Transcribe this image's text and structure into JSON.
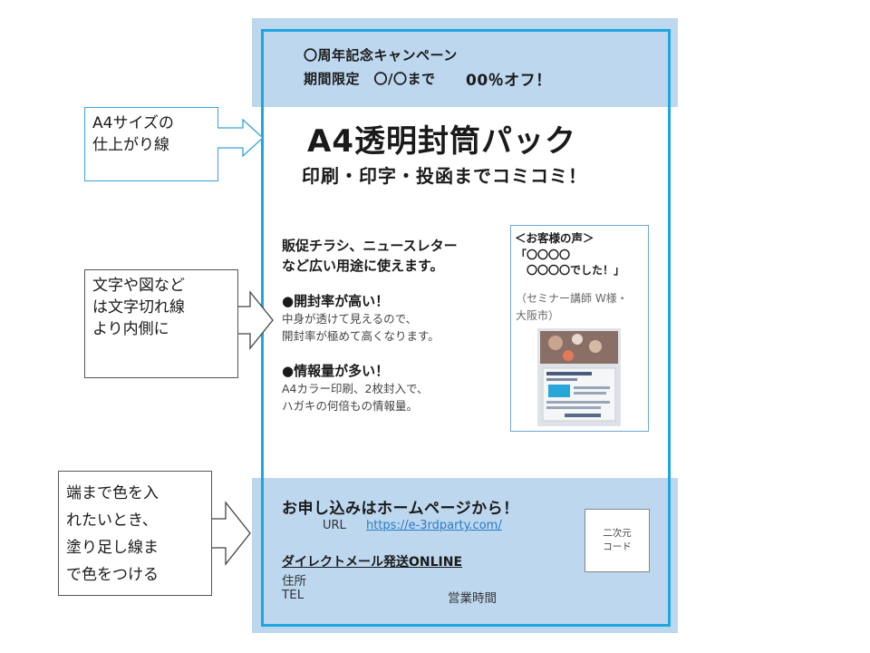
{
  "flyer": {
    "campaign_line1": "〇周年記念キャンペーン",
    "campaign_line2_a": "期間限定　〇/〇まで",
    "campaign_line2_b": "00％オフ！",
    "title": "A4透明封筒パック",
    "subtitle": "印刷・印字・投函までコミコミ！",
    "lead_line1": "販促チラシ、ニュースレター",
    "lead_line2": "など広い用途に使えます。",
    "features": [
      {
        "heading": "●開封率が高い！",
        "line1": "中身が透けて見えるので、",
        "line2": "開封率が極めて高くなります。"
      },
      {
        "heading": "●情報量が多い！",
        "line1": "A4カラー印刷、2枚封入で、",
        "line2": "ハガキの何倍もの情報量。"
      }
    ],
    "voice": {
      "heading": "＜お客様の声＞",
      "quote_line1": "「〇〇〇〇",
      "quote_line2": "〇〇〇〇でした！」",
      "who_line1": "（セミナー講師 W様・",
      "who_line2": "大阪市）"
    },
    "apply": "お申し込みはホームページから！",
    "url_label": "URL",
    "url": "https://e-3rdparty.com/",
    "dm_name": "ダイレクトメール発送ONLINE",
    "address_label": "住所",
    "tel_label": "TEL",
    "hours_label": "営業時間",
    "qr_label": "二次元\nコード"
  },
  "callouts": {
    "trim_line": "A4サイズの\n仕上がり線",
    "safe_zone": "文字や図など\nは文字切れ線\nより内側に",
    "bleed_line": "端まで色を入\nれたいとき、\n塗り足し線ま\nで色をつける"
  },
  "colors": {
    "band": "#bdd7ee",
    "trim": "#1ea6df",
    "link": "#2a7bc4"
  }
}
